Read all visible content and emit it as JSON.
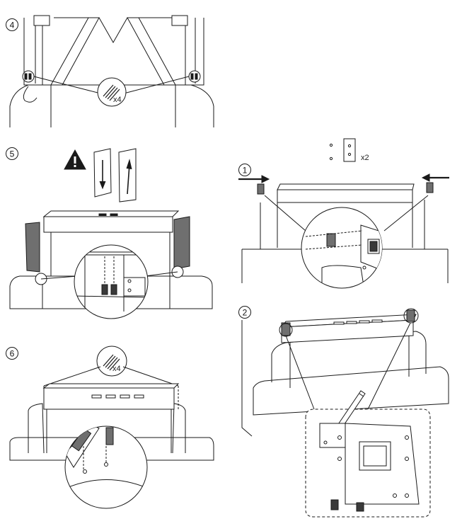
{
  "steps": {
    "s4": {
      "number": "4",
      "qty": "x4"
    },
    "s5": {
      "number": "5"
    },
    "s6": {
      "number": "6",
      "qty": "x4"
    },
    "s1": {
      "number": "1",
      "qty": "x2"
    },
    "s2": {
      "number": "2"
    }
  },
  "colors": {
    "line": "#1a1a1a",
    "fill_light": "#ffffff",
    "fill_grey": "#6f6f6f",
    "fill_dark": "#3a3a3a",
    "dash": "#1a1a1a"
  }
}
